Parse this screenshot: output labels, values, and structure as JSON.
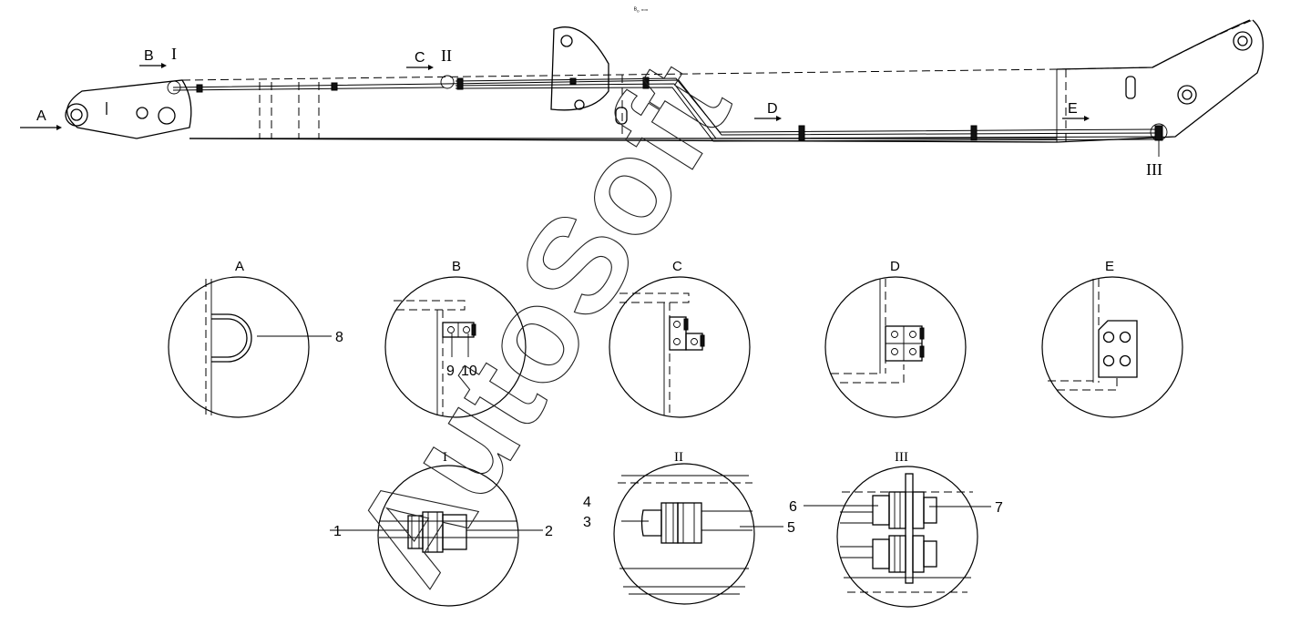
{
  "drawing": {
    "top_mark": "ᴮ₀ ▫▫▫",
    "watermark": "AutoSoft",
    "view_arrows": [
      "A",
      "B",
      "C",
      "D",
      "E"
    ],
    "detail_markers": [
      "I",
      "II",
      "III"
    ],
    "section_views": [
      {
        "title": "A",
        "callouts": [
          "8"
        ]
      },
      {
        "title": "B",
        "callouts": [
          "9",
          "10"
        ]
      },
      {
        "title": "C",
        "callouts": []
      },
      {
        "title": "D",
        "callouts": []
      },
      {
        "title": "E",
        "callouts": []
      }
    ],
    "detail_views": [
      {
        "title": "I",
        "callouts": [
          "1",
          "2"
        ]
      },
      {
        "title": "II",
        "callouts": [
          "4",
          "3",
          "5"
        ]
      },
      {
        "title": "III",
        "callouts": [
          "6",
          "7"
        ]
      }
    ]
  }
}
